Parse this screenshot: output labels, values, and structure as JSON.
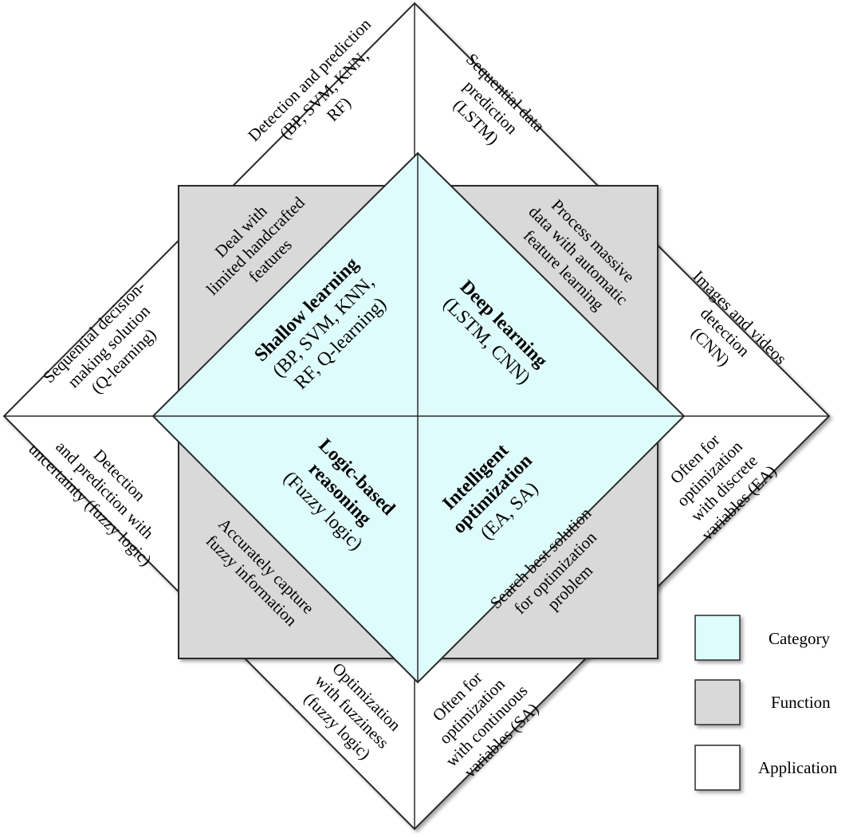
{
  "colors": {
    "category": "#dffcfc",
    "function": "#d9d9d9",
    "application": "#ffffff",
    "stroke": "#2a2a2a"
  },
  "applications": {
    "top_left": [
      "Detection and prediction",
      "(BP, SVM, KNN,",
      "RF)"
    ],
    "top_right": [
      "Sequential data",
      "prediction",
      "(LSTM)"
    ],
    "left_upper": [
      "Sequential decision-",
      "making solution",
      "(Q-learning)"
    ],
    "right_upper": [
      "Images and videos",
      "detection",
      "(CNN)"
    ],
    "left_lower": [
      "Detection",
      "and prediction with",
      "uncertainty (fuzzy logic)"
    ],
    "right_lower": [
      "Often for",
      "optimization",
      "with discrete",
      "variables (EA)"
    ],
    "bottom_left": [
      "Optimization",
      "with fuzziness",
      "(fuzzy logic)"
    ],
    "bottom_right": [
      "Often for",
      "optimization",
      "with continuous",
      "variables (SA)"
    ]
  },
  "functions": {
    "top_left": [
      "Deal with",
      "limited handcrafted",
      "features"
    ],
    "top_right": [
      "Process massive",
      "data with automatic",
      "feature learning"
    ],
    "bottom_left": [
      "Accurately capture",
      "fuzzy information"
    ],
    "bottom_right": [
      "Search best solution",
      "for optimization",
      "problem"
    ]
  },
  "categories": {
    "shallow": {
      "title": "Shallow learning",
      "body": [
        "(BP, SVM, KNN,",
        "RF, Q-learning)"
      ]
    },
    "deep": {
      "title": "Deep learning",
      "body": [
        "(LSTM, CNN)"
      ]
    },
    "logic": {
      "title_lines": [
        "Logic-based",
        "reasoning"
      ],
      "body": [
        "(Fuzzy logic)"
      ]
    },
    "optim": {
      "title_lines": [
        "Intelligent",
        "optimization"
      ],
      "body": [
        "(EA, SA)"
      ]
    }
  },
  "legend": {
    "category": "Category",
    "function": "Function",
    "application": "Application"
  }
}
